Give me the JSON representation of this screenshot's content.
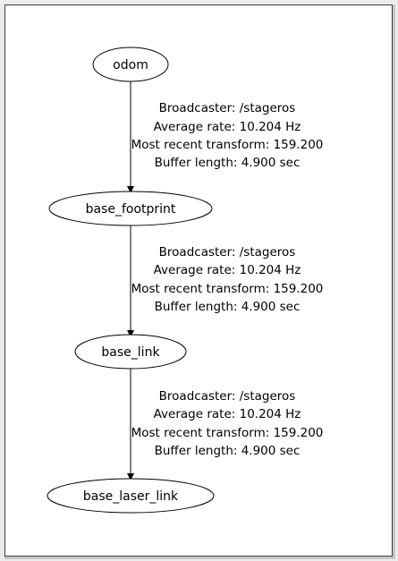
{
  "nodes": [
    {
      "id": "odom",
      "label": "odom"
    },
    {
      "id": "base_footprint",
      "label": "base_footprint"
    },
    {
      "id": "base_link",
      "label": "base_link"
    },
    {
      "id": "base_laser_link",
      "label": "base_laser_link"
    }
  ],
  "edges": [
    {
      "from": "odom",
      "to": "base_footprint",
      "broadcaster": "Broadcaster: /stageros",
      "average_rate": "Average rate: 10.204 Hz",
      "most_recent_transform": "Most recent transform: 159.200",
      "buffer_length": "Buffer length: 4.900 sec"
    },
    {
      "from": "base_footprint",
      "to": "base_link",
      "broadcaster": "Broadcaster: /stageros",
      "average_rate": "Average rate: 10.204 Hz",
      "most_recent_transform": "Most recent transform: 159.200",
      "buffer_length": "Buffer length: 4.900 sec"
    },
    {
      "from": "base_link",
      "to": "base_laser_link",
      "broadcaster": "Broadcaster: /stageros",
      "average_rate": "Average rate: 10.204 Hz",
      "most_recent_transform": "Most recent transform: 159.200",
      "buffer_length": "Buffer length: 4.900 sec"
    }
  ]
}
